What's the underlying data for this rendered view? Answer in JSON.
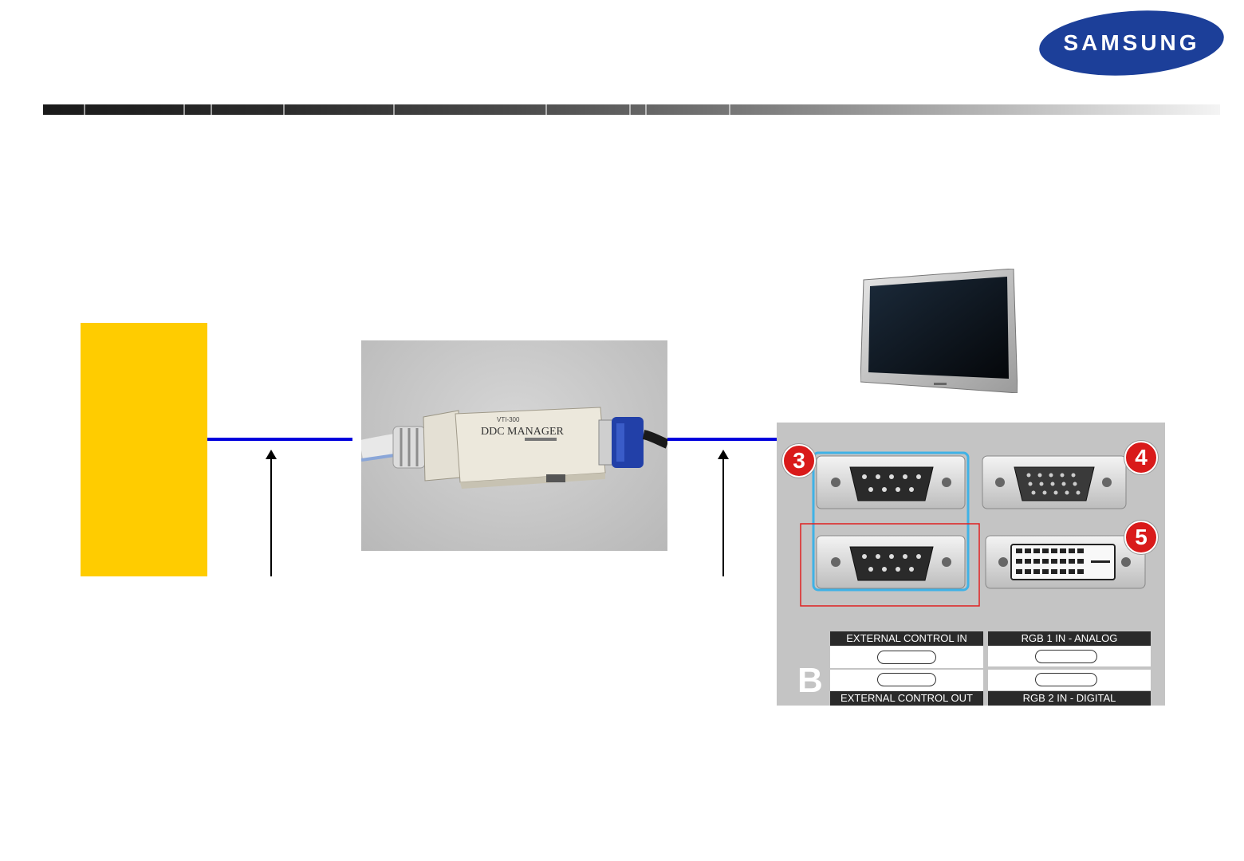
{
  "logo": {
    "text": "SAMSUNG"
  },
  "ddc_device": {
    "label_line1": "DDC MANAGER"
  },
  "panel": {
    "letter": "B",
    "badges": [
      "3",
      "4",
      "5"
    ],
    "labels": {
      "external_control_in": "EXTERNAL CONTROL IN",
      "external_control_out": "EXTERNAL CONTROL OUT",
      "rgb1": "RGB 1 IN - ANALOG",
      "rgb2": "RGB 2 IN - DIGITAL"
    }
  },
  "colors": {
    "pc_box": "#ffcc00",
    "cable": "#0000dd",
    "logo_blue": "#1c3f99",
    "highlight_blue": "#3fb2e6",
    "highlight_red": "#e02020",
    "badge_red": "#d91a1a"
  }
}
